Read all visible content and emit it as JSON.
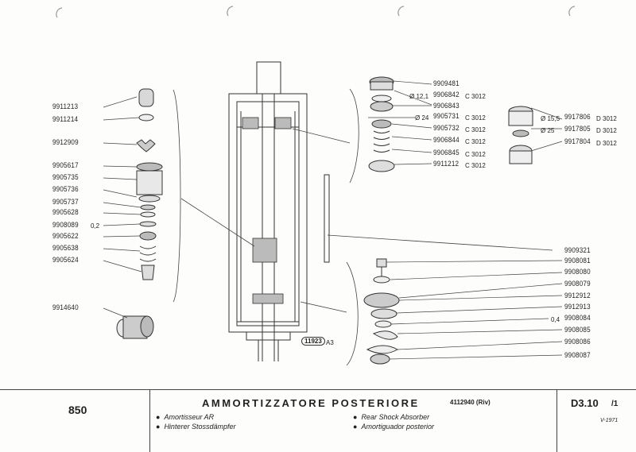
{
  "header": {
    "model": "850",
    "title": "AMMORTIZZATORE POSTERIORE",
    "subcode": "4112940 (Riv)",
    "sheet": "D3.10",
    "sheet_fraction": "/1",
    "date": "V-1971",
    "translations": [
      "Amortisseur AR",
      "Hinterer Stossdämpfer",
      "Rear Shock Absorber",
      "Amortiguador posterior"
    ]
  },
  "stamp": {
    "number": "11923",
    "suffix": "A3"
  },
  "left_parts": [
    {
      "code": "9911213"
    },
    {
      "code": "9911214"
    },
    {
      "code": "9912909"
    },
    {
      "code": "9905617"
    },
    {
      "code": "9905735"
    },
    {
      "code": "9905736"
    },
    {
      "code": "9905737"
    },
    {
      "code": "9905628"
    },
    {
      "code": "9908089",
      "dim": "0,2"
    },
    {
      "code": "9905622"
    },
    {
      "code": "9905638"
    },
    {
      "code": "9905624"
    },
    {
      "code": "9914640"
    }
  ],
  "top_parts": [
    {
      "code": "9909481"
    },
    {
      "code": "9906842",
      "dim": "Ø 12,1",
      "ref": "C 3012"
    },
    {
      "code": "9906843"
    },
    {
      "code": "9905731",
      "dim": "Ø 24",
      "ref": "C 3012"
    },
    {
      "code": "9905732",
      "ref": "C 3012"
    },
    {
      "code": "9906844",
      "ref": "C 3012"
    },
    {
      "code": "9906845",
      "ref": "C 3012"
    },
    {
      "code": "9911212",
      "ref": "C 3012"
    }
  ],
  "valve_parts": [
    {
      "code": "9917806",
      "dim": "Ø 15,5",
      "ref": "D 3012"
    },
    {
      "code": "9917805",
      "dim": "Ø 25",
      "ref": "D 3012"
    },
    {
      "code": "9917804",
      "ref": "D 3012"
    }
  ],
  "rod_part": {
    "code": "9909321"
  },
  "bottom_parts": [
    {
      "code": "9908081"
    },
    {
      "code": "9908080"
    },
    {
      "code": "9908079"
    },
    {
      "code": "9912912"
    },
    {
      "code": "9912913"
    },
    {
      "code": "9908084",
      "dim": "0,4"
    },
    {
      "code": "9908085"
    },
    {
      "code": "9908086"
    },
    {
      "code": "9908087"
    }
  ]
}
